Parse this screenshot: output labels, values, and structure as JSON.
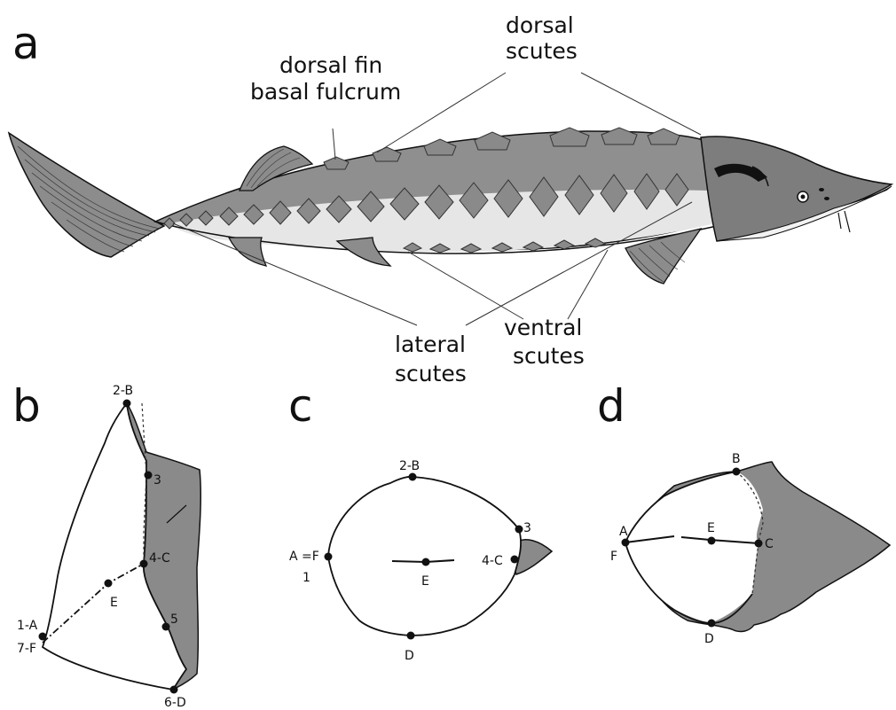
{
  "panels": {
    "a": {
      "letter": "a",
      "labels": {
        "dorsal_fin_1": "dorsal fin",
        "dorsal_fin_2": "basal fulcrum",
        "dorsal_scutes_1": "dorsal",
        "dorsal_scutes_2": "scutes",
        "lateral_scutes_1": "lateral",
        "lateral_scutes_2": "scutes",
        "ventral_scutes_1": "ventral",
        "ventral_scutes_2": "scutes"
      }
    },
    "b": {
      "letter": "b",
      "points": {
        "p2B": "2-B",
        "p3": "3",
        "p4C": "4-C",
        "pE": "E",
        "p5": "5",
        "p1A": "1-A",
        "p7F": "7-F",
        "p6D": "6-D"
      }
    },
    "c": {
      "letter": "c",
      "points": {
        "p2B": "2-B",
        "p3": "3",
        "pAF": "A =F",
        "p1": "1",
        "p4C": "4-C",
        "pE": "E",
        "pD": "D"
      }
    },
    "d": {
      "letter": "d",
      "points": {
        "pB": "B",
        "pA": "A",
        "pF": "F",
        "pE": "E",
        "pC": "C",
        "pD": "D"
      }
    }
  },
  "colors": {
    "scute_fill": "#8a8a8a",
    "body_dark": "#8f8f8f",
    "body_light": "#e6e6e6",
    "head_fill": "#7d7d7d",
    "outline": "#111111"
  }
}
